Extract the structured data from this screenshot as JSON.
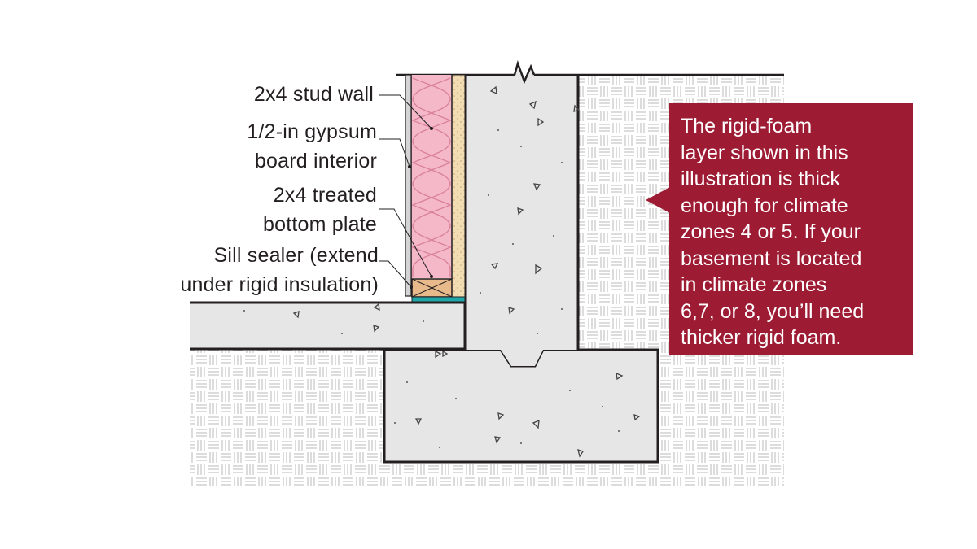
{
  "labels": {
    "stud_wall": "2x4 stud wall",
    "gypsum_line1": "1/2-in gypsum",
    "gypsum_line2": "board interior",
    "plate_line1": "2x4 treated",
    "plate_line2": "bottom plate",
    "sealer_line1": "Sill sealer (extend",
    "sealer_line2": "under rigid insulation)"
  },
  "callout": {
    "text": "The rigid-foam\nlayer shown in this\nillustration is thick\nenough for climate\nzones 4 or 5. If your\nbasement is located\nin climate zones\n6,7, or 8, you’ll need\nthicker rigid foam."
  },
  "colors": {
    "concrete": "#e6e6e7",
    "soil_lines": "#b8b8ba",
    "insulation": "#f4b8c8",
    "insulation_lines": "#d9809b",
    "rigid_foam": "#f2dcb4",
    "gypsum": "#d4d4d6",
    "bottom_plate": "#e8b98a",
    "sill_sealer": "#1fa7a8",
    "callout": "#9e1b34",
    "outline": "#231f20"
  }
}
